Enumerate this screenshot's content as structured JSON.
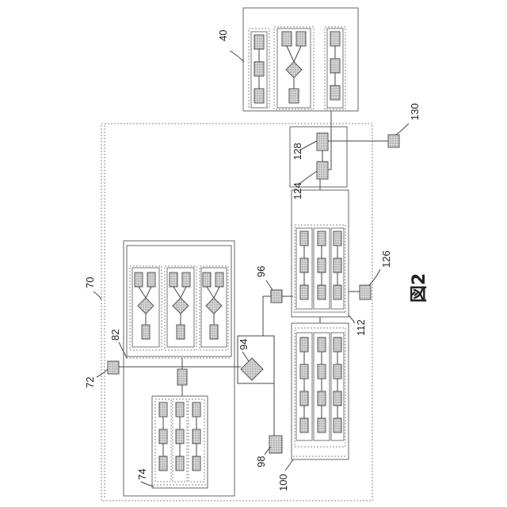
{
  "figure": {
    "label": "図2"
  },
  "references": {
    "r40": "40",
    "r70": "70",
    "r72": "72",
    "r74": "74",
    "r82": "82",
    "r94": "94",
    "r96": "96",
    "r98": "98",
    "r100": "100",
    "r112": "112",
    "r124": "124",
    "r126": "126",
    "r128": "128",
    "r130": "130"
  }
}
